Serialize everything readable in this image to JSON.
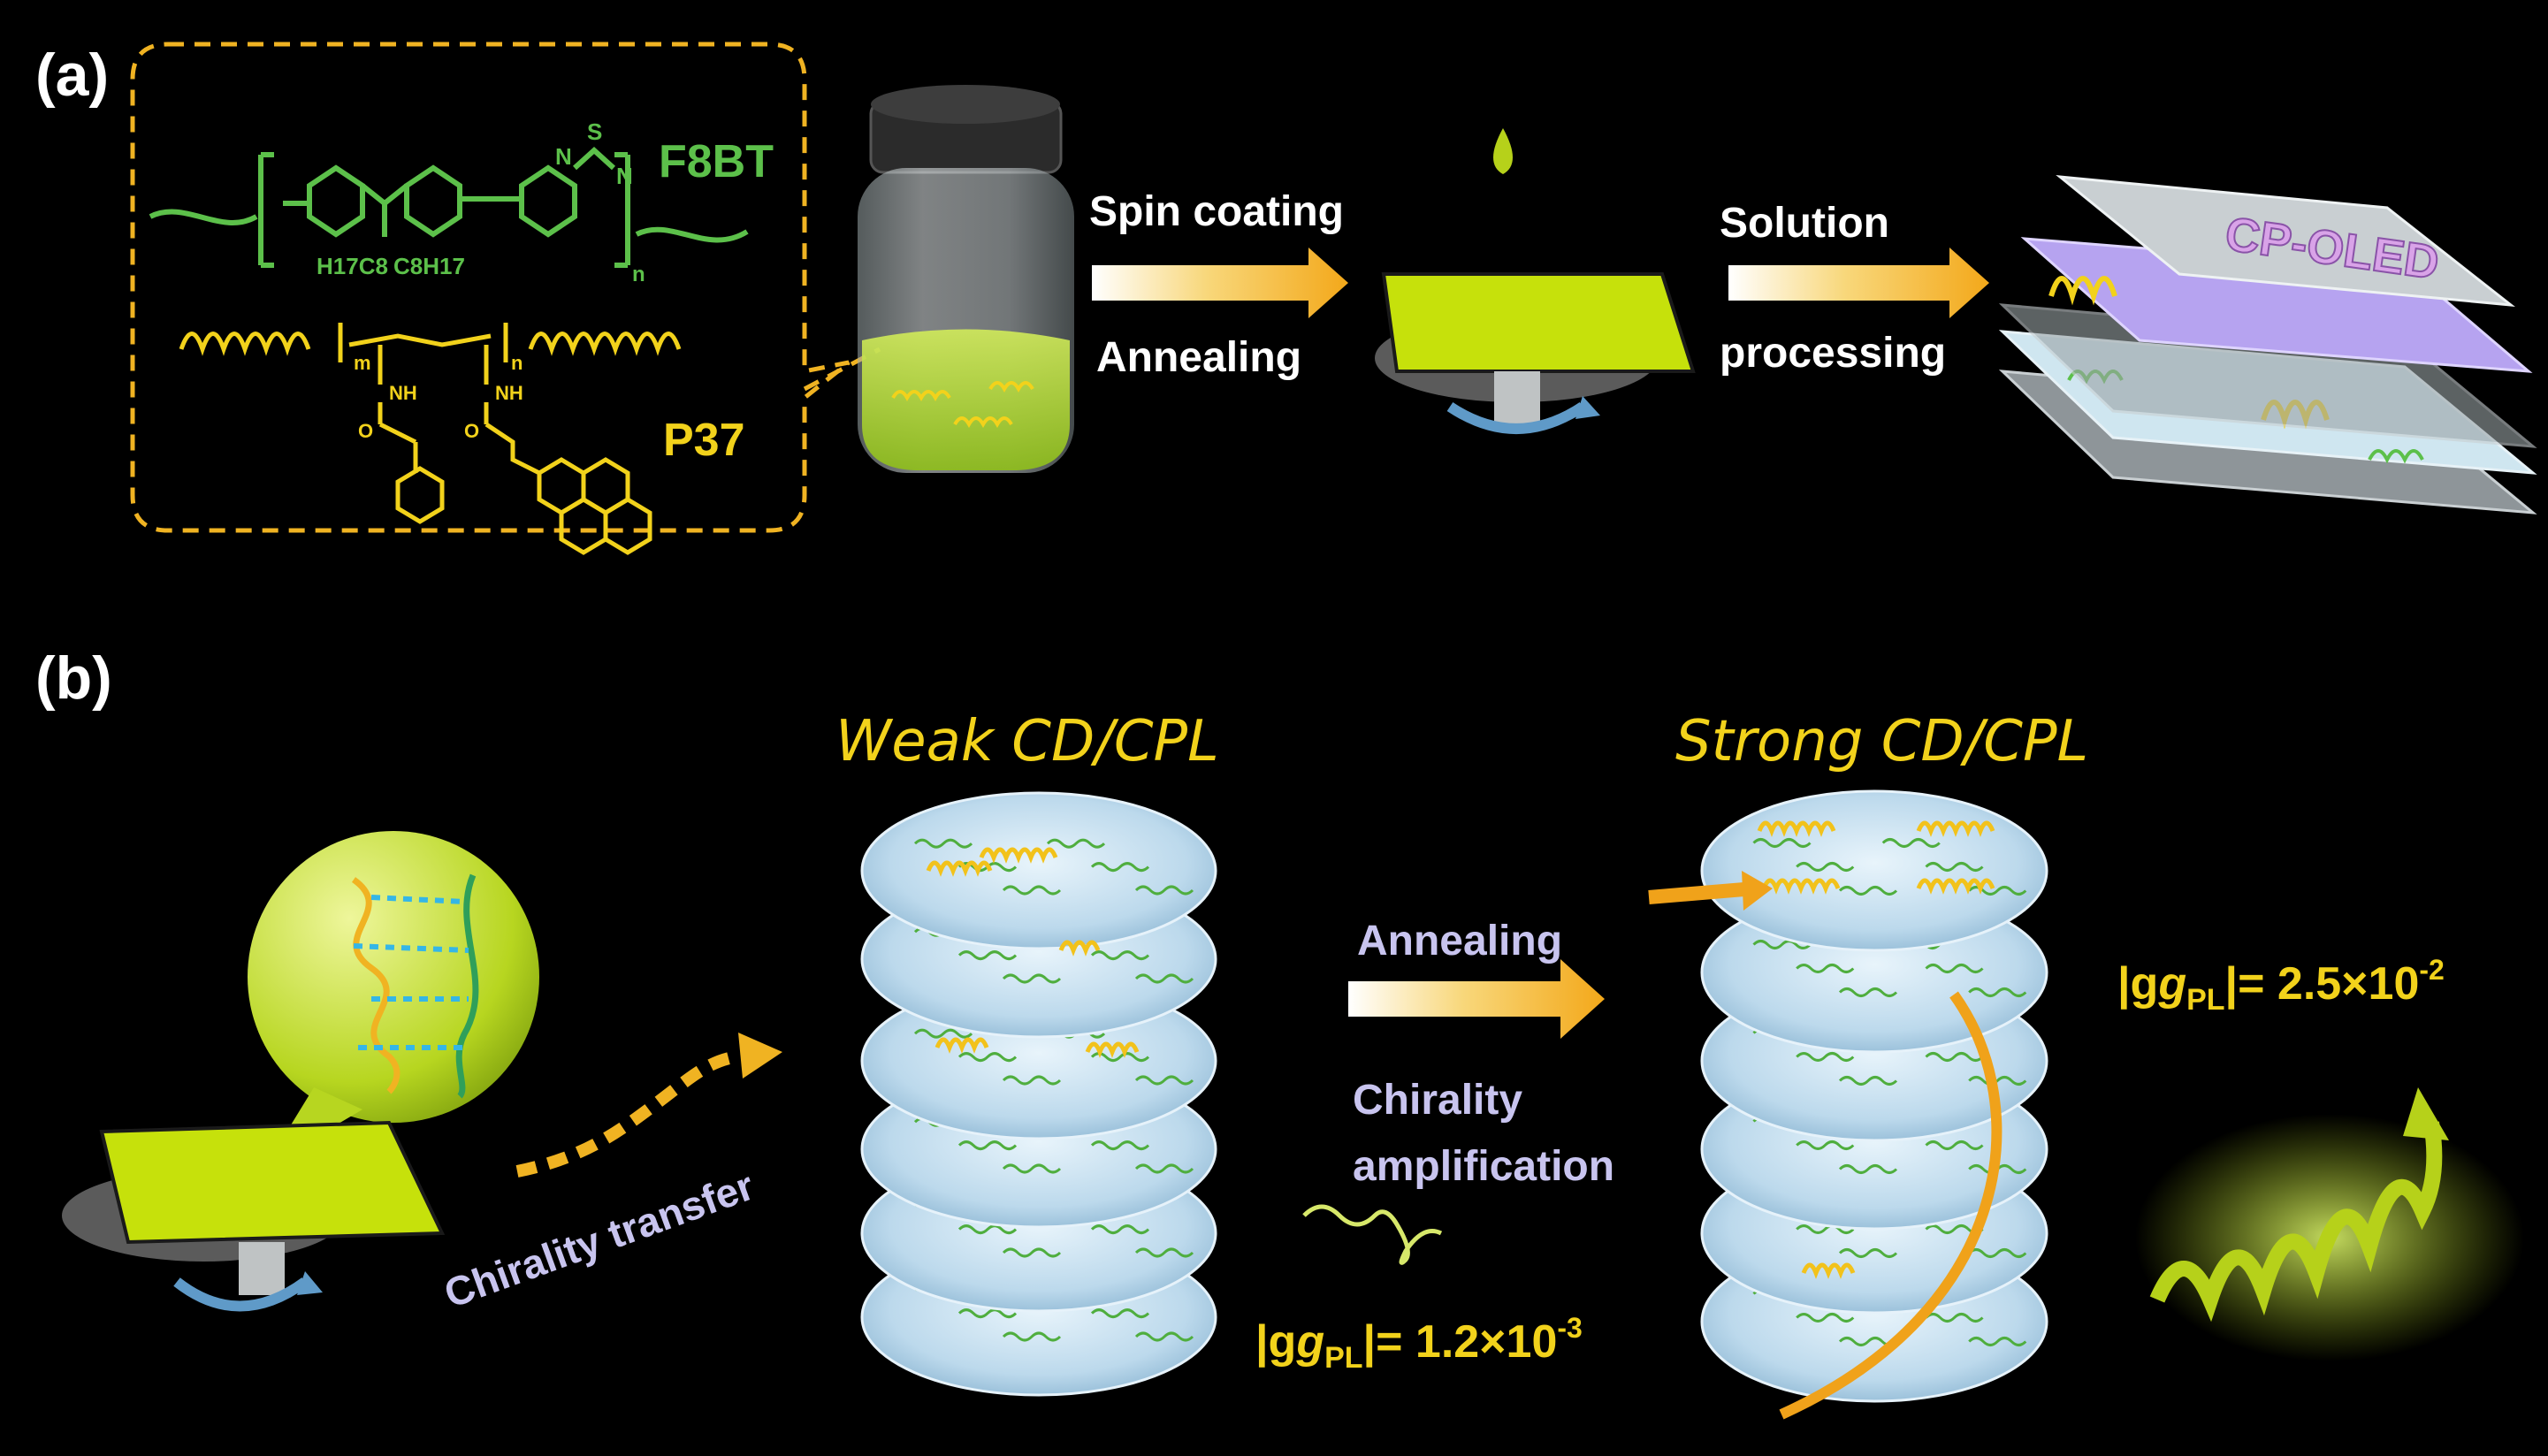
{
  "panel_a": {
    "label": "(a)",
    "f8bt": "F8BT",
    "p37": "P37",
    "chem_h17c8": "H17C8",
    "chem_c8h17": "C8H17",
    "chem_n": "n",
    "chem_m": "m",
    "chem_nh": "NH",
    "chem_o": "O",
    "chem_s": "S",
    "chem_N": "N",
    "step1_top": "Spin coating",
    "step1_bottom": "Annealing",
    "step2_top": "Solution",
    "step2_bottom": "processing",
    "device_label": "CP-OLED"
  },
  "panel_b": {
    "label": "(b)",
    "weak_title": "Weak CD/CPL",
    "strong_title": "Strong CD/CPL",
    "transfer": "Chirality transfer",
    "anneal": "Annealing",
    "amp_line1": "Chirality",
    "amp_line2": "amplification",
    "gpl_weak_prefix": "|g",
    "gpl_sub": "PL",
    "gpl_weak_value": "|= 1.2×10",
    "gpl_weak_exp": "-3",
    "gpl_strong_value": "|= 2.5×10",
    "gpl_strong_exp": "-2"
  },
  "colors": {
    "green": "#5cc04a",
    "yellow": "#f2d21b",
    "lavender": "#c8c4ef",
    "white": "#ffffff",
    "orange": "#f3a81a",
    "lime": "#c6e10b"
  }
}
